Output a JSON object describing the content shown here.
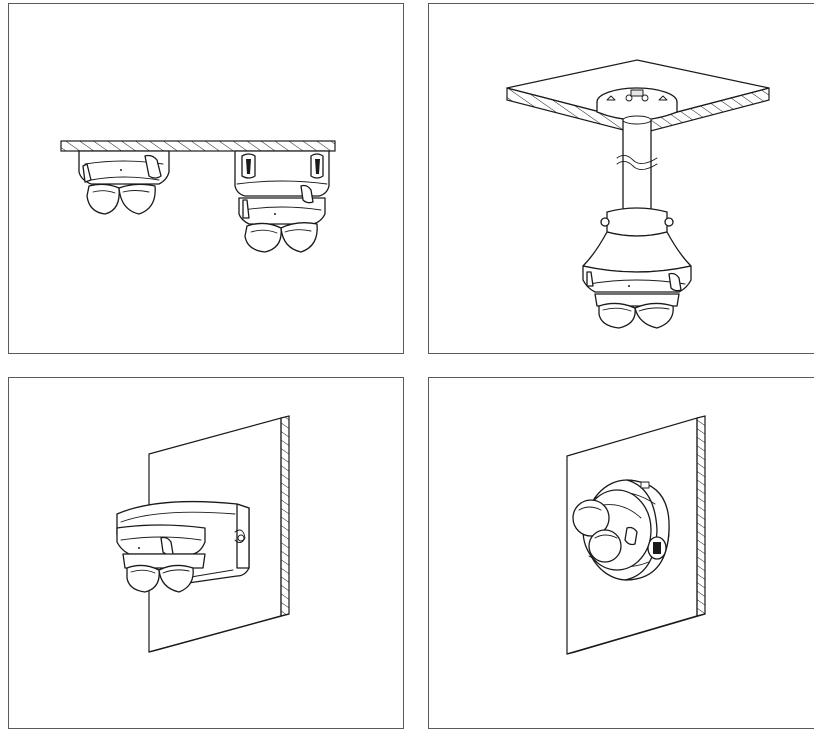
{
  "figure": {
    "panels": [
      {
        "id": "ceiling-mount",
        "mount": "ceiling",
        "cameras": 2
      },
      {
        "id": "pendant-mount",
        "mount": "pendant",
        "cameras": 1
      },
      {
        "id": "wall-mount-bracket",
        "mount": "wall",
        "cameras": 1
      },
      {
        "id": "wall-mount-junction-box",
        "mount": "wall",
        "cameras": 1
      }
    ],
    "colors": {
      "line": "#1a1a1a",
      "frame": "#5a5a5a",
      "background": "#ffffff"
    }
  }
}
